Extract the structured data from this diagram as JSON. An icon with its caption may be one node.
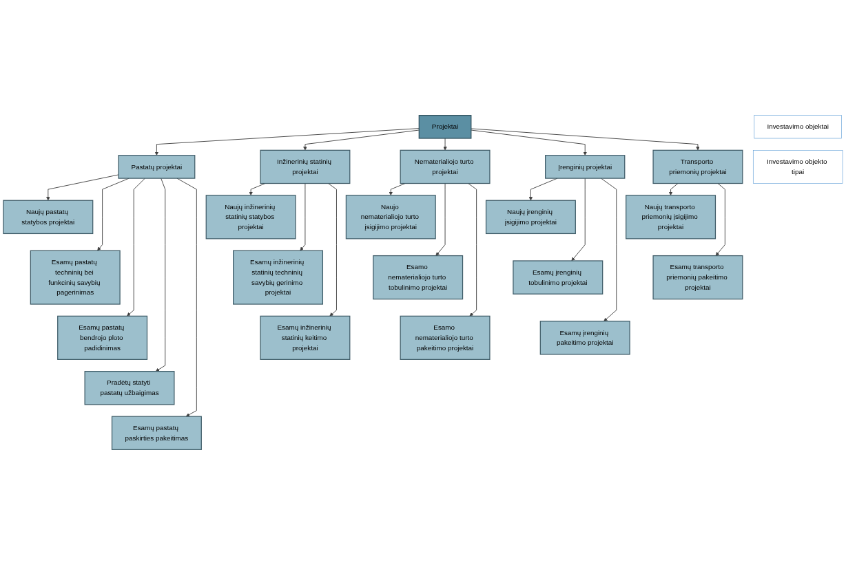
{
  "diagram": {
    "nodes": [
      {
        "text": [
          "Projektai"
        ]
      },
      {
        "text": [
          "Pastatų projektai"
        ]
      },
      {
        "text": [
          "Inžinerinių statinių projektai"
        ]
      },
      {
        "text": [
          "Nematerialiojo turto projektai"
        ]
      },
      {
        "text": [
          "Įrenginių projektai"
        ]
      },
      {
        "text": [
          "Transporto priemonių projektai"
        ]
      },
      {
        "text": [
          "Naujų pastatų statybos projektai"
        ]
      },
      {
        "text": [
          "Esamų pastatų techninių bei funkcinių savybių pagerinimas"
        ]
      },
      {
        "text": [
          "Esamų pastatų bendrojo ploto padidinimas"
        ]
      },
      {
        "text": [
          "Pradėtų statyti pastatų užbaigimas"
        ]
      },
      {
        "text": [
          "Esamų pastatų paskirties pakeitimas"
        ]
      },
      {
        "text": [
          "Naujų inžinerinių statinių statybos projektai"
        ]
      },
      {
        "text": [
          "Esamų inžinerinių statinių techninių savybių gerinimo projektai"
        ]
      },
      {
        "text": [
          "Esamų inžinerinių statinių keitimo projektai"
        ]
      },
      {
        "text": [
          "Naujo nematerialiojo turto įsigijimo projektai"
        ]
      },
      {
        "text": [
          "Esamo nematerialiojo turto tobulinimo projektai"
        ]
      },
      {
        "text": [
          "Esamo nematerialiojo turto pakeitimo projektai"
        ]
      },
      {
        "text": [
          "Naujų įrenginių įsigijimo projektai"
        ]
      },
      {
        "text": [
          "Esamų įrenginių tobulinimo projektai"
        ]
      },
      {
        "text": [
          "Esamų įrenginių pakeitimo projektai"
        ]
      },
      {
        "text": [
          "Naujų transporto priemonių įsigijimo projektai"
        ]
      },
      {
        "text": [
          "Esamų transporto priemonių pakeitimo projektai"
        ]
      },
      {
        "text": [
          "Investavimo objektai"
        ]
      },
      {
        "text": [
          "Investavimo objekto tipai"
        ]
      }
    ],
    "edges": [
      {
        "from": 0,
        "to": 1,
        "arrow": "to"
      },
      {
        "from": 0,
        "to": 2,
        "arrow": "to"
      },
      {
        "from": 0,
        "to": 3,
        "arrow": "to"
      },
      {
        "from": 0,
        "to": 4,
        "arrow": "to"
      },
      {
        "from": 0,
        "to": 5,
        "arrow": "to"
      },
      {
        "from": 1,
        "to": 6,
        "arrow": "to"
      },
      {
        "from": 1,
        "to": 7,
        "arrow": "to"
      },
      {
        "from": 1,
        "to": 8,
        "arrow": "to"
      },
      {
        "from": 1,
        "to": 9,
        "arrow": "to"
      },
      {
        "from": 1,
        "to": 10,
        "arrow": "to"
      },
      {
        "from": 2,
        "to": 11,
        "arrow": "to"
      },
      {
        "from": 2,
        "to": 12,
        "arrow": "to"
      },
      {
        "from": 2,
        "to": 13,
        "arrow": "to"
      },
      {
        "from": 3,
        "to": 14,
        "arrow": "to"
      },
      {
        "from": 3,
        "to": 15,
        "arrow": "to"
      },
      {
        "from": 3,
        "to": 16,
        "arrow": "to"
      },
      {
        "from": 4,
        "to": 17,
        "arrow": "to"
      },
      {
        "from": 4,
        "to": 18,
        "arrow": "to"
      },
      {
        "from": 4,
        "to": 19,
        "arrow": "to"
      },
      {
        "from": 5,
        "to": 20,
        "arrow": "to"
      },
      {
        "from": 5,
        "to": 21,
        "arrow": "to"
      }
    ]
  }
}
